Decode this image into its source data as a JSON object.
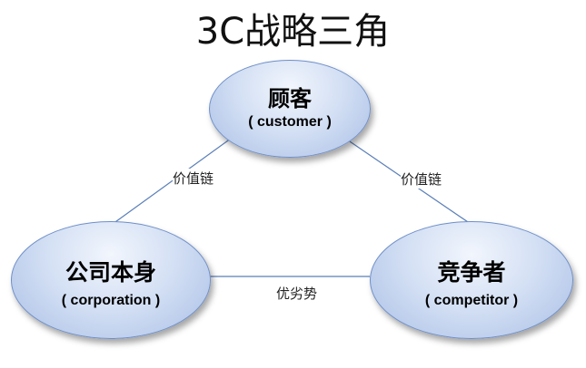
{
  "title": "3C战略三角",
  "nodes": {
    "customer": {
      "label": "顾客",
      "sublabel": "( customer )"
    },
    "corporation": {
      "label": "公司本身",
      "sublabel": "( corporation )"
    },
    "competitor": {
      "label": "竞争者",
      "sublabel": "( competitor )"
    }
  },
  "edges": {
    "customer_corporation": "价值链",
    "customer_competitor": "价值链",
    "corporation_competitor": "优劣势"
  },
  "colors": {
    "node_fill": "#c9d8f1",
    "node_border": "#6f8fc8",
    "link_line": "#5b7fb8"
  }
}
